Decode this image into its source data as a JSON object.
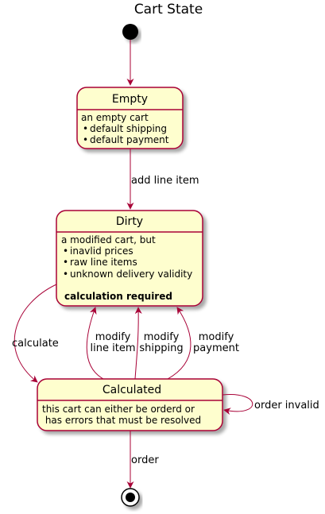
{
  "diagram": {
    "title": "Cart State",
    "colors": {
      "state_fill": "#FEFECE",
      "state_border": "#A80036",
      "edge": "#A80036"
    },
    "states": {
      "empty": {
        "name": "Empty",
        "lines": [
          "an empty cart",
          "default shipping",
          "default payment"
        ]
      },
      "dirty": {
        "name": "Dirty",
        "lines": [
          "a modified cart, but",
          "inavlid prices",
          "raw line items",
          "unknown delivery validity"
        ],
        "note": "calculation required"
      },
      "calculated": {
        "name": "Calculated",
        "lines": [
          "this cart can either be orderd or",
          " has errors that must be resolved"
        ]
      }
    },
    "transitions": {
      "add_line_item": "add line item",
      "calculate": "calculate",
      "modify_line_item": [
        "modify",
        "line item"
      ],
      "modify_shipping": [
        "modify",
        "shipping"
      ],
      "modify_payment": [
        "modify",
        "payment"
      ],
      "order_invalid": "order invalid",
      "order": "order"
    }
  }
}
